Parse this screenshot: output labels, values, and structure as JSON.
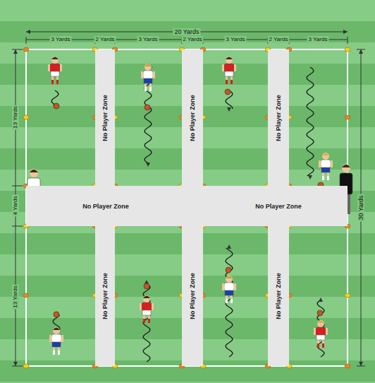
{
  "diagram": {
    "nodes": [
      {
        "text": [
          "No Player Zone"
        ]
      },
      {
        "text": [
          "No Player Zone"
        ]
      },
      {
        "text": [
          "No Player Zone"
        ]
      },
      {
        "text": [
          "No Player Zone",
          "No Player Zone"
        ]
      },
      {
        "text": [
          "No Player Zone"
        ]
      },
      {
        "text": [
          "No Player Zone"
        ]
      },
      {
        "text": [
          "No Player Zone"
        ]
      }
    ],
    "labels": [
      "20 Yards",
      "3 Yards",
      "2 Yards",
      "3 Yards",
      "2 Yards",
      "3 Yards",
      "2 Yards",
      "3 Yards",
      "13 Yards",
      "4 Yards",
      "13 Yards",
      "30 Yards"
    ]
  }
}
